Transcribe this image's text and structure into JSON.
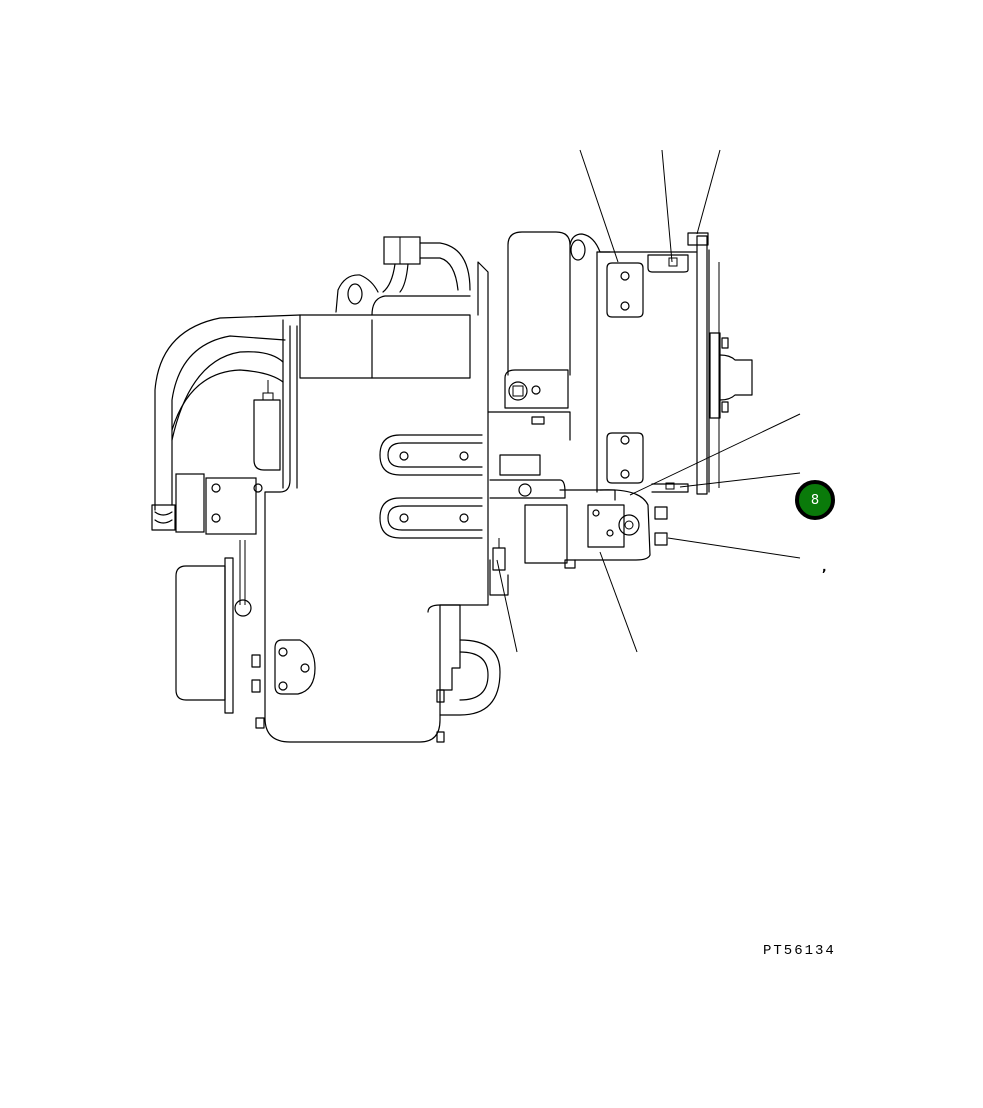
{
  "diagram": {
    "type": "parts-exploded-line-drawing",
    "subject": "engine assembly side view",
    "callouts": [
      {
        "number": "8",
        "color": "#0a7a0a",
        "border_color": "#000000",
        "text_color": "#ffffff"
      }
    ],
    "figure_id": "PT56134",
    "stray_mark": ",",
    "leader_lines_count": 8
  }
}
